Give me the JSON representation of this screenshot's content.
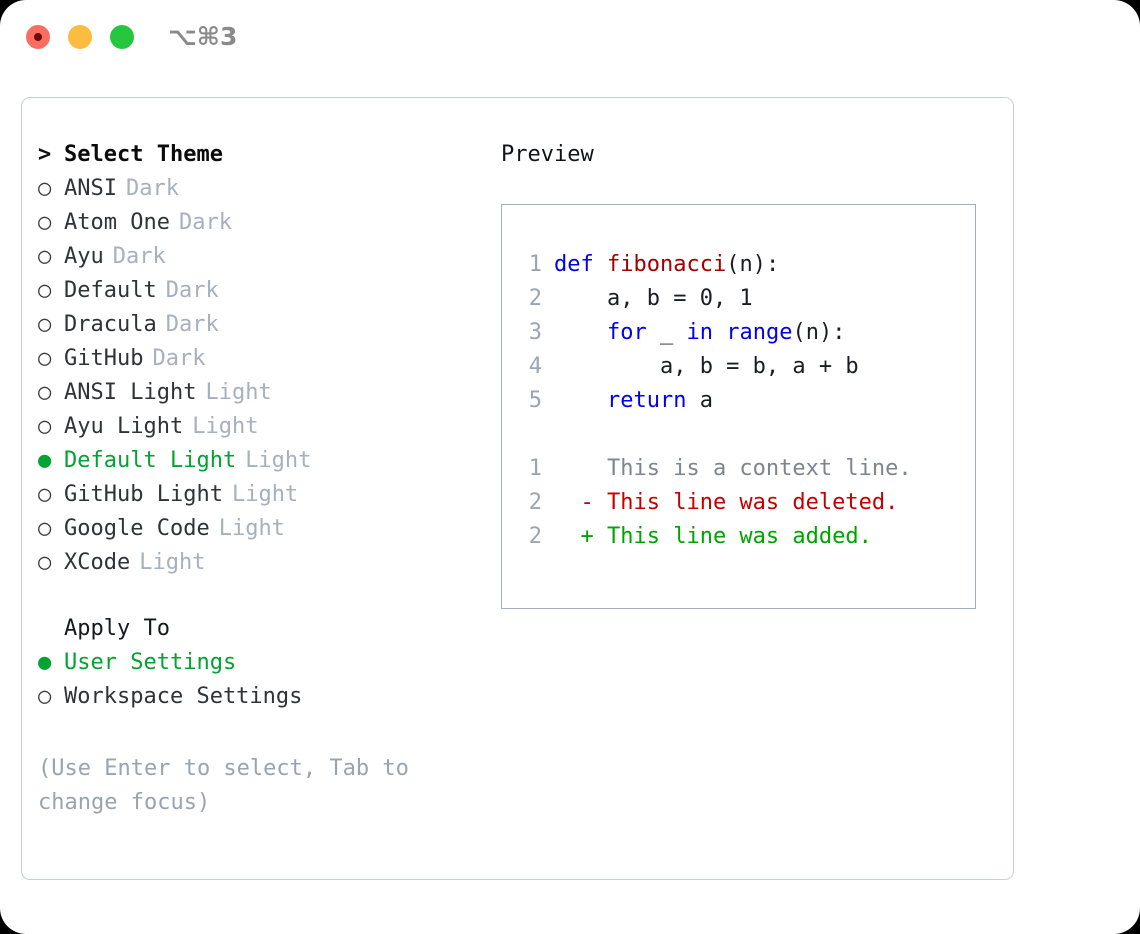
{
  "titlebar": {
    "shortcut": "⌥⌘3",
    "lights": [
      {
        "name": "close",
        "color": "#fb6d63"
      },
      {
        "name": "minimize",
        "color": "#fcbc3f"
      },
      {
        "name": "maximize",
        "color": "#27c63f"
      }
    ]
  },
  "theme_picker": {
    "heading": "Select Theme",
    "caret": ">",
    "marker_unselected": "○",
    "marker_selected": "●",
    "accent_color": "#00a430",
    "tag_color": "#a7b0bd",
    "items": [
      {
        "label": "ANSI",
        "tag": "Dark",
        "selected": false
      },
      {
        "label": "Atom One",
        "tag": "Dark",
        "selected": false
      },
      {
        "label": "Ayu",
        "tag": "Dark",
        "selected": false
      },
      {
        "label": "Default",
        "tag": "Dark",
        "selected": false
      },
      {
        "label": "Dracula",
        "tag": "Dark",
        "selected": false
      },
      {
        "label": "GitHub",
        "tag": "Dark",
        "selected": false
      },
      {
        "label": "ANSI Light",
        "tag": "Light",
        "selected": false
      },
      {
        "label": "Ayu Light",
        "tag": "Light",
        "selected": false
      },
      {
        "label": "Default Light",
        "tag": "Light",
        "selected": true
      },
      {
        "label": "GitHub Light",
        "tag": "Light",
        "selected": false
      },
      {
        "label": "Google Code",
        "tag": "Light",
        "selected": false
      },
      {
        "label": "XCode",
        "tag": "Light",
        "selected": false
      }
    ]
  },
  "apply_to": {
    "heading": "Apply To",
    "items": [
      {
        "label": "User Settings",
        "selected": true
      },
      {
        "label": "Workspace Settings",
        "selected": false
      }
    ]
  },
  "hint": "(Use Enter to select, Tab to change focus)",
  "preview": {
    "title": "Preview",
    "code_lines": [
      {
        "number": "1",
        "tokens": [
          {
            "text": "def ",
            "type": "kw"
          },
          {
            "text": "fibonacci",
            "type": "fn"
          },
          {
            "text": "(n):",
            "type": "pl"
          }
        ]
      },
      {
        "number": "2",
        "tokens": [
          {
            "text": "    a, b = 0, 1",
            "type": "pl"
          }
        ]
      },
      {
        "number": "3",
        "tokens": [
          {
            "text": "    ",
            "type": "pl"
          },
          {
            "text": "for",
            "type": "kw"
          },
          {
            "text": " _ ",
            "type": "pl"
          },
          {
            "text": "in",
            "type": "kw"
          },
          {
            "text": " ",
            "type": "pl"
          },
          {
            "text": "range",
            "type": "kw"
          },
          {
            "text": "(n):",
            "type": "pl"
          }
        ]
      },
      {
        "number": "4",
        "tokens": [
          {
            "text": "        a, b = b, a + b",
            "type": "pl"
          }
        ]
      },
      {
        "number": "5",
        "tokens": [
          {
            "text": "    ",
            "type": "pl"
          },
          {
            "text": "return",
            "type": "kw"
          },
          {
            "text": " a",
            "type": "pl"
          }
        ]
      }
    ],
    "diff_lines": [
      {
        "number": "1",
        "sign": " ",
        "text": "This is a context line.",
        "type": "ctx"
      },
      {
        "number": "2",
        "sign": "-",
        "text": "This line was deleted.",
        "type": "del"
      },
      {
        "number": "2",
        "sign": "+",
        "text": "This line was added.",
        "type": "add"
      }
    ]
  }
}
